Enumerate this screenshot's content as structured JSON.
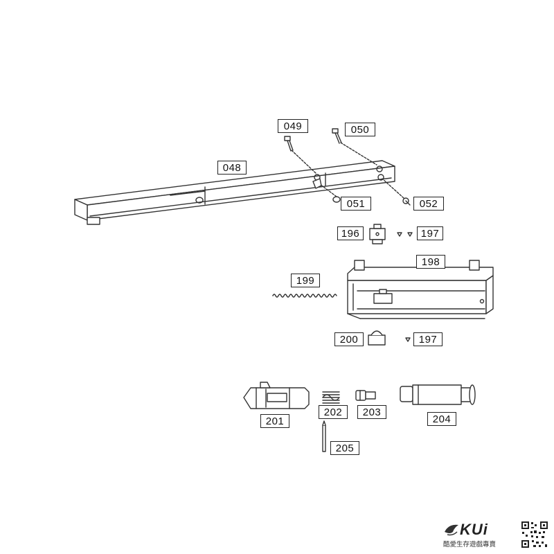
{
  "labels": {
    "p048": "048",
    "p049": "049",
    "p050": "050",
    "p051": "051",
    "p052": "052",
    "p196": "196",
    "p197a": "197",
    "p198": "198",
    "p199": "199",
    "p200": "200",
    "p197b": "197",
    "p201": "201",
    "p202": "202",
    "p203": "203",
    "p204": "204",
    "p205": "205"
  },
  "brand": {
    "logo_text": "KUi",
    "tagline": "酷愛生存遊戲專賣"
  },
  "colors": {
    "line": "#333333",
    "label_border": "#222222",
    "background": "#ffffff"
  }
}
